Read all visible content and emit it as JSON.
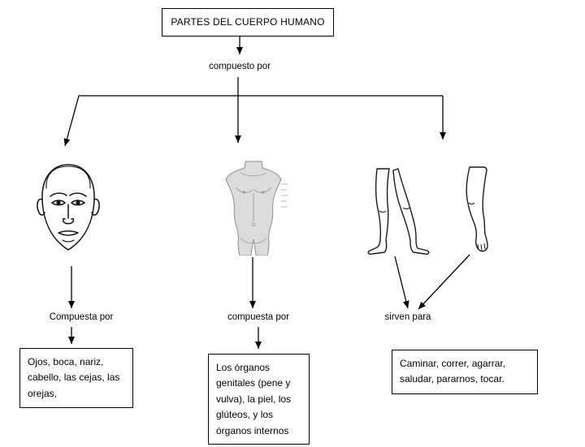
{
  "title": "PARTES DEL CUERPO HUMANO",
  "root_connector_label": "compuesto por",
  "branches": [
    {
      "id": "head",
      "image": "face-line-drawing",
      "connector_label": "Compuesta por",
      "box_text": "Ojos, boca, nariz, cabello, las cejas, las orejas,"
    },
    {
      "id": "torso",
      "image": "torso-anatomy-drawing",
      "connector_label": "compuesta por",
      "box_text": "Los órganos genitales (pene y vulva), la piel, los glúteos, y los órganos internos"
    },
    {
      "id": "limbs",
      "images": [
        "legs-line-drawing",
        "arm-line-drawing"
      ],
      "connector_label": "sirven para",
      "box_text": "Caminar, correr, agarrar, saludar, pararnos, tocar."
    }
  ],
  "colors": {
    "line": "#000000",
    "box_border": "#000000",
    "torso_fill": "#dcdcdc"
  }
}
